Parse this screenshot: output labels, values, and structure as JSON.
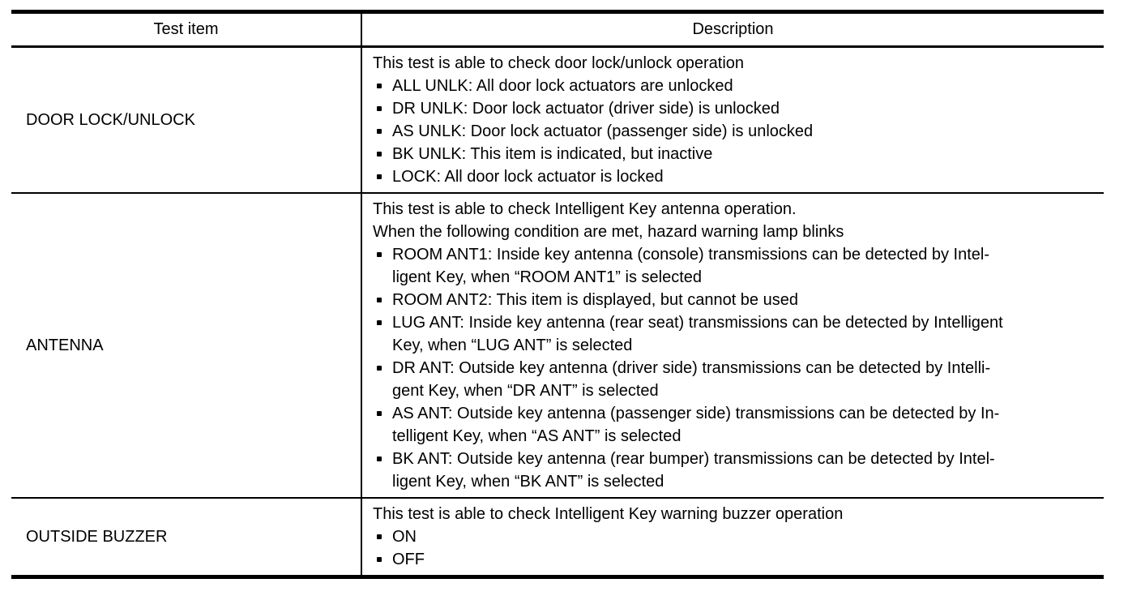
{
  "colors": {
    "text": "#000000",
    "background": "#ffffff",
    "rule": "#000000"
  },
  "icons": {
    "bullet_icon": "small-black-square-dot"
  },
  "table": {
    "headers": [
      "Test item",
      "Description"
    ],
    "rows": [
      {
        "test_item": "DOOR LOCK/UNLOCK",
        "intro_lines": [
          "This test is able to check door lock/unlock operation"
        ],
        "bullets": [
          [
            "ALL UNLK: All door lock actuators are unlocked"
          ],
          [
            "DR UNLK: Door lock actuator (driver side) is unlocked"
          ],
          [
            "AS UNLK: Door lock actuator (passenger side) is unlocked"
          ],
          [
            "BK UNLK: This item is indicated, but inactive"
          ],
          [
            "LOCK: All door lock actuator is locked"
          ]
        ]
      },
      {
        "test_item": "ANTENNA",
        "intro_lines": [
          "This test is able to check Intelligent Key antenna operation.",
          "When the following condition are met, hazard warning lamp blinks"
        ],
        "bullets": [
          [
            "ROOM ANT1: Inside key antenna (console) transmissions can be detected by Intel-",
            "ligent Key, when “ROOM ANT1” is selected"
          ],
          [
            "ROOM ANT2: This item is displayed, but cannot be used"
          ],
          [
            "LUG ANT: Inside key antenna (rear seat) transmissions can be detected by Intelligent",
            "Key, when “LUG ANT” is selected"
          ],
          [
            "DR ANT: Outside key antenna (driver side) transmissions can be detected by Intelli-",
            "gent Key, when “DR ANT” is selected"
          ],
          [
            "AS ANT: Outside key antenna (passenger side) transmissions can be detected by In-",
            "telligent Key, when “AS ANT” is selected"
          ],
          [
            "BK ANT: Outside key antenna (rear bumper) transmissions can be detected by Intel-",
            "ligent Key, when “BK ANT” is selected"
          ]
        ]
      },
      {
        "test_item": "OUTSIDE BUZZER",
        "intro_lines": [
          "This test is able to check Intelligent Key warning buzzer operation"
        ],
        "bullets": [
          [
            "ON"
          ],
          [
            "OFF"
          ]
        ]
      }
    ]
  }
}
